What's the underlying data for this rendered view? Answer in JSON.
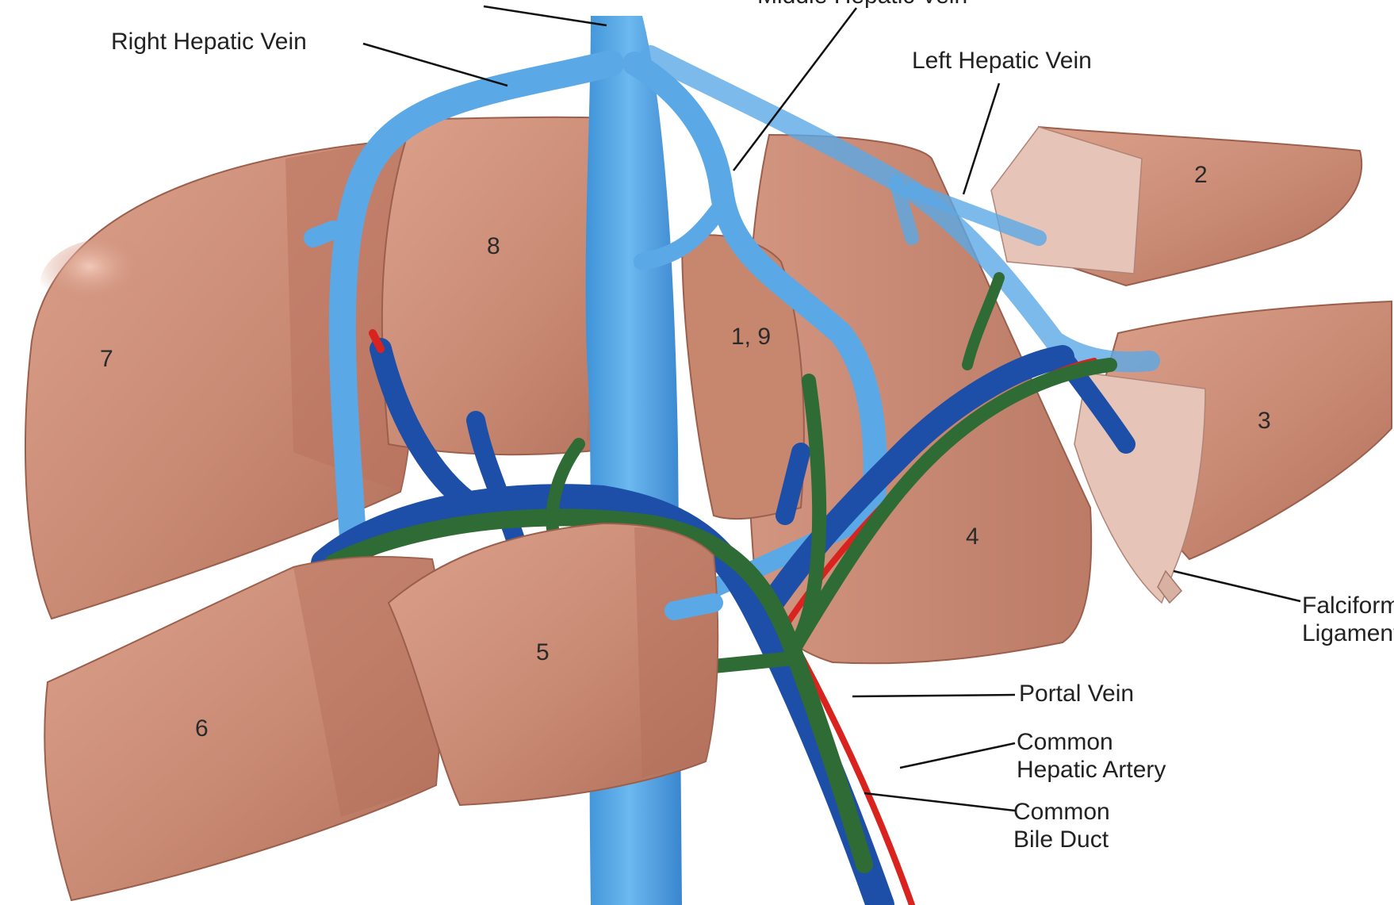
{
  "labels": {
    "middle_hepatic_vein": "Middle Hepatic Vein",
    "right_hepatic_vein": "Right Hepatic Vein",
    "left_hepatic_vein": "Left Hepatic Vein",
    "falciform_line1": "Falciform",
    "falciform_line2": "Ligament",
    "portal_vein": "Portal Vein",
    "common_hepatic_artery_line1": "Common",
    "common_hepatic_artery_line2": "Hepatic Artery",
    "common_bile_duct_line1": "Common",
    "common_bile_duct_line2": "Bile Duct"
  },
  "segments": {
    "s1_9": "1, 9",
    "s2": "2",
    "s3": "3",
    "s4": "4",
    "s5": "5",
    "s6": "6",
    "s7": "7",
    "s8": "8"
  },
  "colors": {
    "liver": "#c98a74",
    "liver_shadow": "#b26f5a",
    "liver_highlight": "#e0a894",
    "hepatic_vein": "#5aa9e6",
    "portal_vein": "#1d4fa8",
    "hepatic_artery": "#d8231e",
    "bile_duct": "#2f6b34",
    "ligament": "#e6c4b8"
  }
}
